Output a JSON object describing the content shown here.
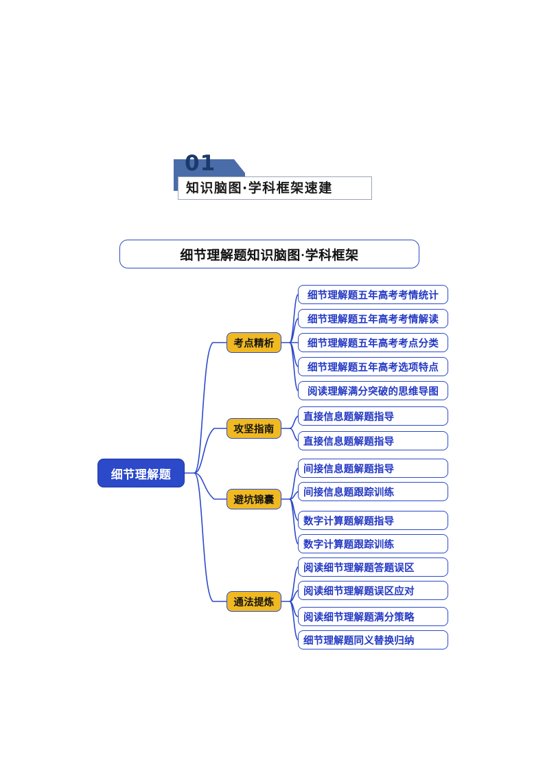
{
  "banner": {
    "number": "01",
    "title": "知识脑图·学科框架速建",
    "shape_color": "#4a6ca8",
    "number_color": "#1b3a6b"
  },
  "mindmap_title": "细节理解题知识脑图·学科框架",
  "colors": {
    "line": "#2b49c9",
    "root_fill": "#2b49c9",
    "root_text": "#ffffff",
    "branch_fill": "#f0b922",
    "branch_text": "#141414",
    "leaf_fill": "#ffffff",
    "leaf_border": "#2b49c9",
    "leaf_text": "#2338c4"
  },
  "mindmap": {
    "root": "细节理解题",
    "branches": [
      {
        "label": "考点精析",
        "leaves": [
          "细节理解题五年高考考情统计",
          "细节理解题五年高考考情解读",
          "细节理解题五年高考考点分类",
          "细节理解题五年高考选项特点",
          "阅读理解满分突破的思维导图"
        ]
      },
      {
        "label": "攻坚指南",
        "leaves": [
          "直接信息题解题指导",
          "直接信息题解题指导"
        ]
      },
      {
        "label": "避坑锦囊",
        "leaves": [
          "间接信息题解题指导",
          "间接信息题跟踪训练",
          "数字计算题解题指导",
          "数字计算题跟踪训练"
        ]
      },
      {
        "label": "通法提炼",
        "leaves": [
          "阅读细节理解题答题误区",
          "阅读细节理解题误区应对",
          "阅读细节理解题满分策略",
          "细节理解题同义替换归纳"
        ]
      }
    ]
  }
}
